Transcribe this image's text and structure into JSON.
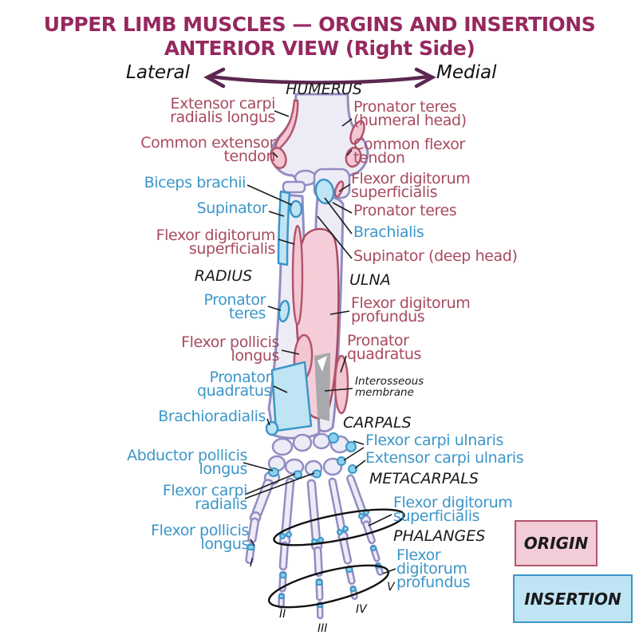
{
  "title": {
    "line1": "UPPER LIMB MUSCLES — ORGINS AND INSERTIONS",
    "line2": "ANTERIOR VIEW (Right Side)"
  },
  "orientation": {
    "left": "Lateral",
    "right": "Medial"
  },
  "bones": {
    "humerus": "HUMERUS",
    "radius": "RADIUS",
    "ulna": "ULNA",
    "carpals": "CARPALS",
    "metacarpals": "METACARPALS",
    "phalanges": "PHALANGES",
    "interosseous": "Interosseous\nmembrane"
  },
  "labels": {
    "extensor_carpi_radialis_longus": "Extensor carpi\nradialis longus",
    "common_extensor_tendon": "Common extensor\ntendon",
    "biceps_brachii": "Biceps brachii",
    "supinator_left": "Supinator",
    "flexor_digitorum_superficialis_left": "Flexor digitorum\nsuperficialis",
    "pronator_teres_left": "Pronator\nteres",
    "flexor_pollicis_longus_left": "Flexor pollicis\nlongus",
    "pronator_quadratus_left": "Pronator\nquadratus",
    "brachioradialis": "Brachioradialis",
    "abductor_pollicis_longus": "Abductor pollicis\nlongus",
    "flexor_carpi_radialis": "Flexor carpi\nradialis",
    "flexor_pollicis_longus_bottom": "Flexor pollicis\nlongus",
    "pronator_teres_humeral_head": "Pronator teres\n(humeral head)",
    "common_flexor_tendon": "Common flexor\ntendon",
    "flexor_digitorum_superficialis_right": "Flexor digitorum\nsuperficialis",
    "pronator_teres_right": "Pronator teres",
    "brachialis": "Brachialis",
    "supinator_deep_head": "Supinator (deep head)",
    "flexor_digitorum_profundus_right": "Flexor digitorum\nprofundus",
    "pronator_quadratus_right": "Pronator\nquadratus",
    "flexor_carpi_ulnaris": "Flexor carpi ulnaris",
    "extensor_carpi_ulnaris": "Extensor carpi ulnaris",
    "flexor_digitorum_superficialis_bottom": "Flexor digitorum\nsuperficialis",
    "flexor_digitorum_profundus_bottom": "Flexor\ndigitorum\nprofundus"
  },
  "numerals": {
    "i": "I",
    "ii": "II",
    "iii": "III",
    "iv": "IV",
    "v": "V"
  },
  "legend": {
    "origin": "ORIGIN",
    "insertion": "INSERTION"
  },
  "colors": {
    "title": "#96285f",
    "origin_text": "#a84a5e",
    "insertion_text": "#3b96c8",
    "origin_fill": "#f3c6d2",
    "origin_border": "#b2556e",
    "insertion_fill": "#bfe4f4",
    "insertion_border": "#3b96c8",
    "bone_fill": "#edecf6",
    "bone_outline": "#918dc2",
    "arrow": "#5c2750",
    "membrane": "#a9a9ad"
  }
}
